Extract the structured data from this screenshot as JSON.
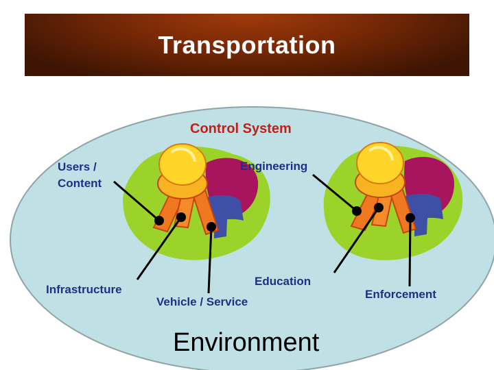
{
  "title": "Transportation",
  "colors": {
    "banner": "#7a2a06",
    "oval_fill": "#bfe1e6",
    "oval_stroke": "#8fa3a6",
    "control_system_text": "#c0201a",
    "label_text": "#1e2f86",
    "environment_text": "#000000"
  },
  "labels": {
    "control_system": "Control System",
    "users_content_line1": "Users /",
    "users_content_line2": "Content",
    "engineering": "Engineering",
    "infrastructure": "Infrastructure",
    "education": "Education",
    "vehicle_service": "Vehicle / Service",
    "enforcement": "Enforcement",
    "environment": "Environment"
  },
  "illustrations": [
    {
      "name": "left-stool-with-legs",
      "icon": "stool-icon"
    },
    {
      "name": "right-stool-with-legs",
      "icon": "stool-icon"
    }
  ]
}
